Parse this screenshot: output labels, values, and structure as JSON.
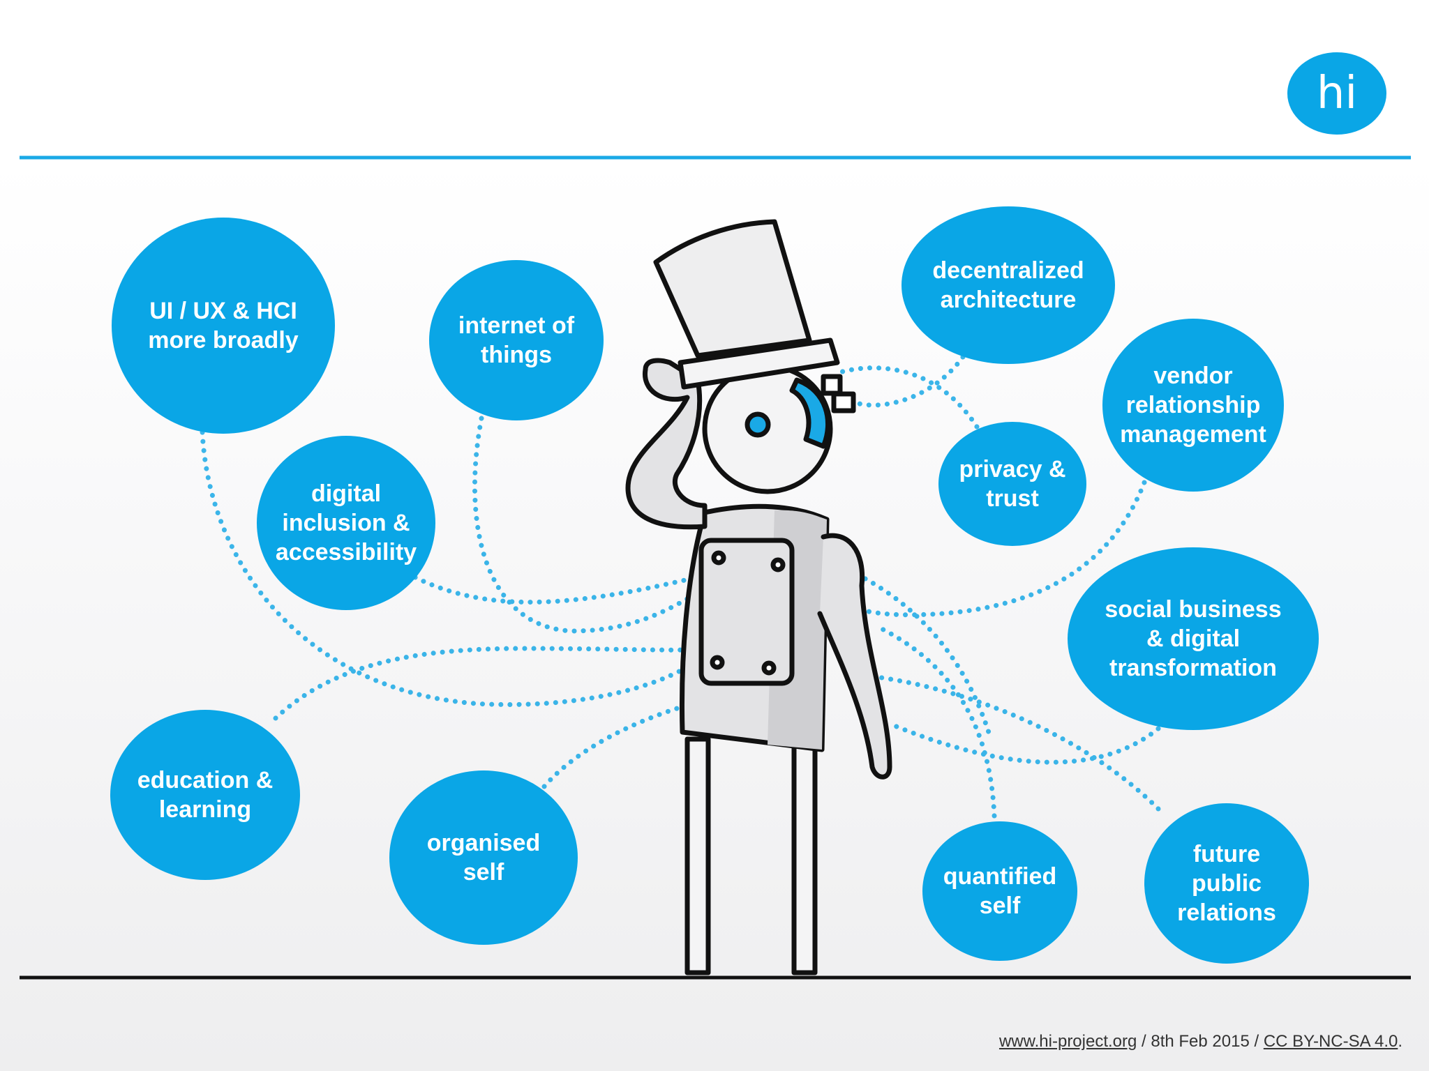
{
  "logo": {
    "text": "hi"
  },
  "topics": [
    {
      "id": "ui-ux-hci",
      "label": "UI / UX & HCI\nmore broadly"
    },
    {
      "id": "internet-of-things",
      "label": "internet of\nthings"
    },
    {
      "id": "digital-inclusion",
      "label": "digital\ninclusion &\naccessibility"
    },
    {
      "id": "decentralized-architecture",
      "label": "decentralized\narchitecture"
    },
    {
      "id": "vendor-relationship",
      "label": "vendor\nrelationship\nmanagement"
    },
    {
      "id": "privacy-trust",
      "label": "privacy &\ntrust"
    },
    {
      "id": "social-business",
      "label": "social business\n& digital\ntransformation"
    },
    {
      "id": "education-learning",
      "label": "education &\nlearning"
    },
    {
      "id": "organised-self",
      "label": "organised\nself"
    },
    {
      "id": "quantified-self",
      "label": "quantified\nself"
    },
    {
      "id": "future-pr",
      "label": "future\npublic\nrelations"
    }
  ],
  "footer": {
    "site": "www.hi-project.org",
    "separator1": " / 8th Feb 2015 / ",
    "license": "CC BY-NC-SA 4.0",
    "end": "."
  },
  "colors": {
    "accent": "#0aa6e6",
    "line": "#1aa9e6",
    "ink": "#111111"
  }
}
